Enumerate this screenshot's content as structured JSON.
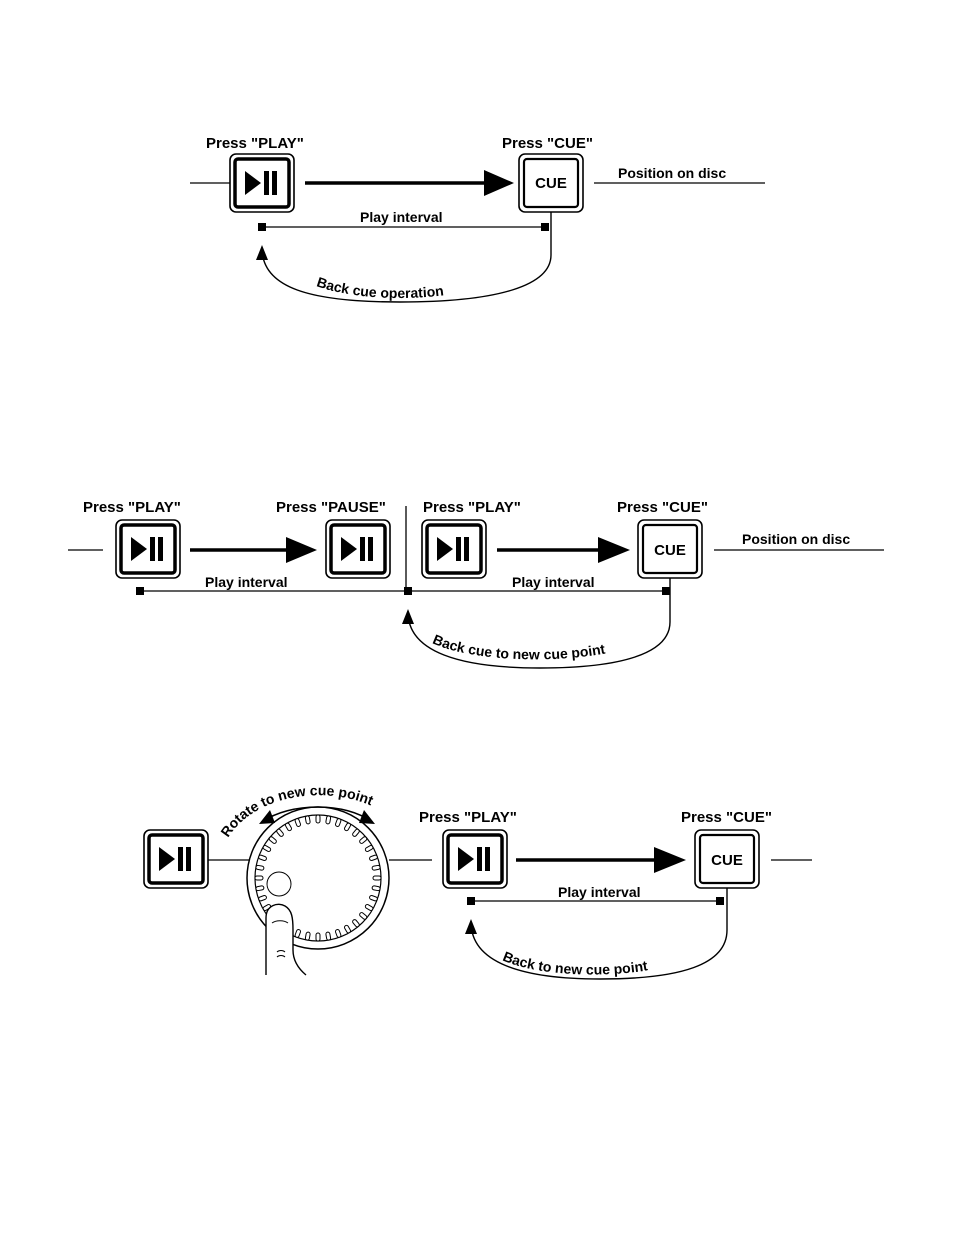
{
  "diagram1": {
    "press_play": "Press \"PLAY\"",
    "press_cue": "Press \"CUE\"",
    "cue_button": "CUE",
    "position_on_disc": "Position on disc",
    "play_interval": "Play interval",
    "back_cue": "Back cue operation"
  },
  "diagram2": {
    "press_play_1": "Press \"PLAY\"",
    "press_pause": "Press \"PAUSE\"",
    "press_play_2": "Press \"PLAY\"",
    "press_cue": "Press \"CUE\"",
    "cue_button": "CUE",
    "position_on_disc": "Position on disc",
    "play_interval_1": "Play interval",
    "play_interval_2": "Play interval",
    "back_cue": "Back cue to new cue point"
  },
  "diagram3": {
    "rotate": "Rotate to new cue point",
    "press_play": "Press \"PLAY\"",
    "press_cue": "Press \"CUE\"",
    "cue_button": "CUE",
    "play_interval": "Play interval",
    "back_cue": "Back to new cue point"
  },
  "icons": {
    "play_pause": "play-pause-icon",
    "jog_wheel": "jog-wheel-icon",
    "finger": "finger-icon"
  }
}
